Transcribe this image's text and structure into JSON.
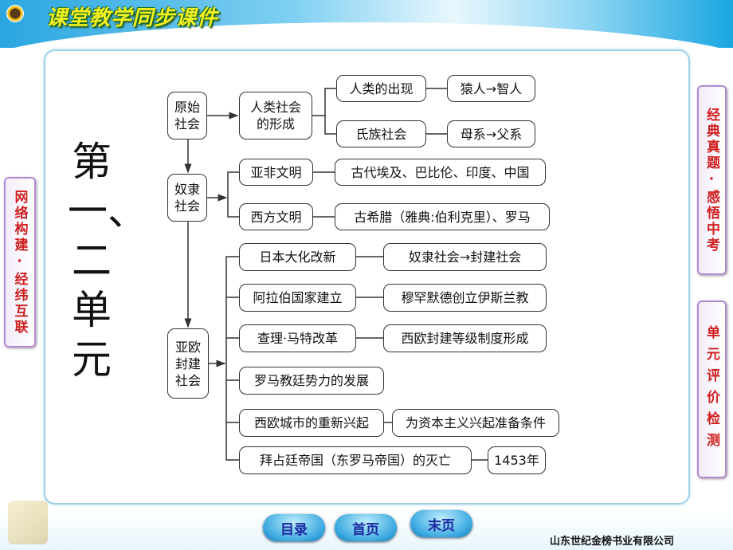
{
  "header": {
    "brand": "课堂教学同步课件"
  },
  "title": "第一、二单元",
  "left_tab": "网络构建·经纬互联",
  "right_tabs": [
    "经典真题·感悟中考",
    "单元评价检测"
  ],
  "nav": {
    "toc": "目录",
    "first": "首页",
    "last": "末页"
  },
  "footer": "山东世纪金榜书业有限公司",
  "diagram": {
    "primitive": "原始社会",
    "human_society": "人类社会的形成",
    "human_appear": "人类的出现",
    "human_appear_d": "猿人→智人",
    "clan": "氏族社会",
    "clan_d": "母系→父系",
    "slave": "奴隶社会",
    "asia_africa": "亚非文明",
    "asia_africa_d": "古代埃及、巴比伦、印度、中国",
    "west": "西方文明",
    "west_d": "古希腊（雅典:伯利克里）、罗马",
    "feudal": "亚欧封建社会",
    "items": [
      {
        "label": "日本大化改新",
        "detail": "奴隶社会→封建社会"
      },
      {
        "label": "阿拉伯国家建立",
        "detail": "穆罕默德创立伊斯兰教"
      },
      {
        "label": "查理·马特改革",
        "detail": "西欧封建等级制度形成"
      },
      {
        "label": "罗马教廷势力的发展"
      },
      {
        "label": "西欧城市的重新兴起",
        "detail": "为资本主义兴起准备条件"
      },
      {
        "label": "拜占廷帝国（东罗马帝国）的灭亡",
        "detail": "1453年"
      }
    ]
  }
}
